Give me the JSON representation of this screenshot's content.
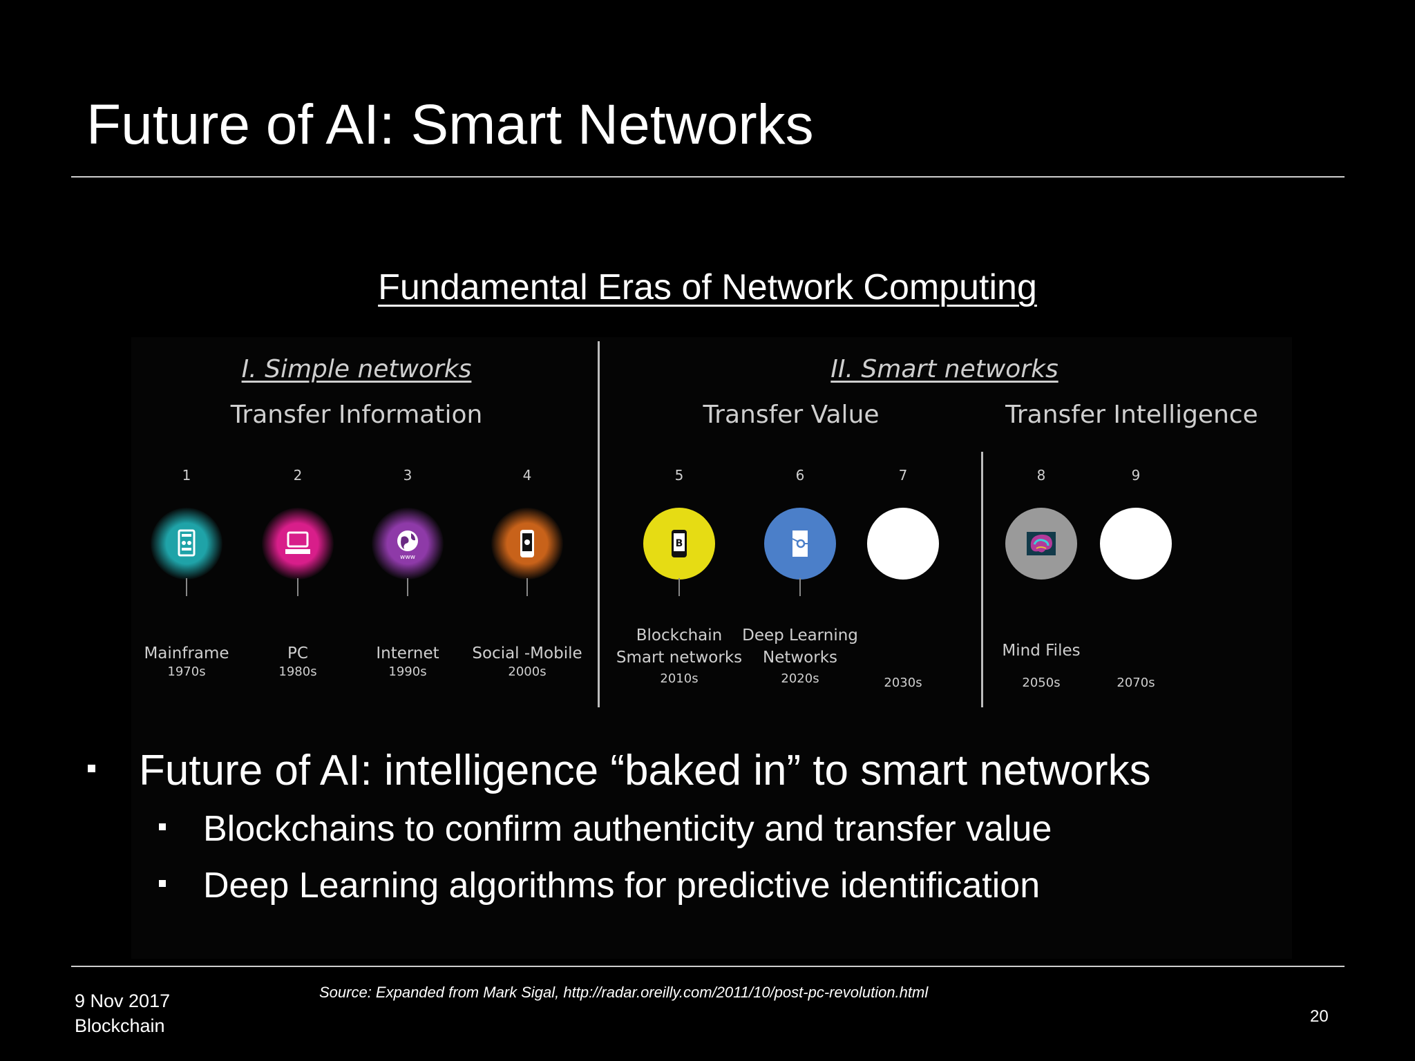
{
  "slide": {
    "title": "Future of AI: Smart Networks",
    "diagram_title": "Fundamental Eras of Network Computing"
  },
  "diagram": {
    "simple": {
      "heading": "I. Simple networks",
      "subheading": "Transfer  Information"
    },
    "smart": {
      "heading": "II. Smart networks",
      "subheading_value": "Transfer  Value",
      "subheading_intelligence": "Transfer  Intelligence"
    },
    "eras": [
      {
        "num": "1",
        "label": "Mainframe",
        "year": "1970s",
        "icon": "mainframe-icon",
        "color": "#1fa3a8"
      },
      {
        "num": "2",
        "label": "PC",
        "year": "1980s",
        "icon": "pc-icon",
        "color": "#d81e8a"
      },
      {
        "num": "3",
        "label": "Internet",
        "year": "1990s",
        "icon": "globe-icon",
        "color": "#8e3aa8"
      },
      {
        "num": "4",
        "label": "Social -Mobile",
        "year": "2000s",
        "icon": "mobile-icon",
        "color": "#c8621a"
      },
      {
        "num": "5",
        "label": "Blockchain\nSmart networks",
        "year": "2010s",
        "icon": "blockchain-icon",
        "color": "#e6dc14"
      },
      {
        "num": "6",
        "label": "Deep Learning\nNetworks",
        "year": "2020s",
        "icon": "deep-learning-icon",
        "color": "#4b7fc9"
      },
      {
        "num": "7",
        "label": "",
        "year": "2030s",
        "icon": "blank-circle-icon",
        "color": "#ffffff"
      },
      {
        "num": "8",
        "label": "Mind Files",
        "year": "2050s",
        "icon": "brain-icon",
        "color": "#9a9a9a"
      },
      {
        "num": "9",
        "label": "",
        "year": "2070s",
        "icon": "blank-circle-icon",
        "color": "#ffffff"
      }
    ]
  },
  "bullets": {
    "main": "Future of AI: intelligence “baked in” to smart networks",
    "sub1": "Blockchains to confirm authenticity and transfer value",
    "sub2": "Deep Learning algorithms for predictive identification"
  },
  "source": "Source: Expanded from  Mark Sigal, http://radar.oreilly.com/2011/10/post-pc-revolution.html",
  "footer": {
    "date": "9 Nov 2017",
    "topic": "Blockchain",
    "page": "20"
  }
}
